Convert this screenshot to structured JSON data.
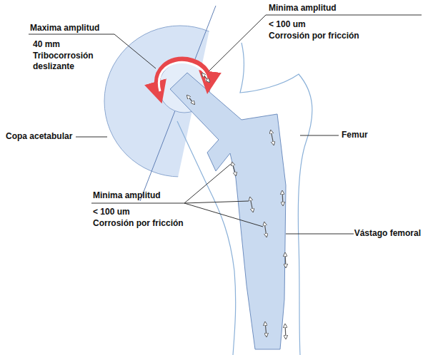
{
  "diagram": {
    "labels": [
      "Maxima amplitud",
      "40 mm",
      "Tribocorrosión deslizante",
      "Minima amplitud",
      "< 100 um",
      "Corrosión por fricción",
      "Copa acetabular",
      "Femur",
      "Minima amplitud",
      "< 100 um",
      "Corrosión por fricción",
      "Vástago femoral"
    ]
  }
}
